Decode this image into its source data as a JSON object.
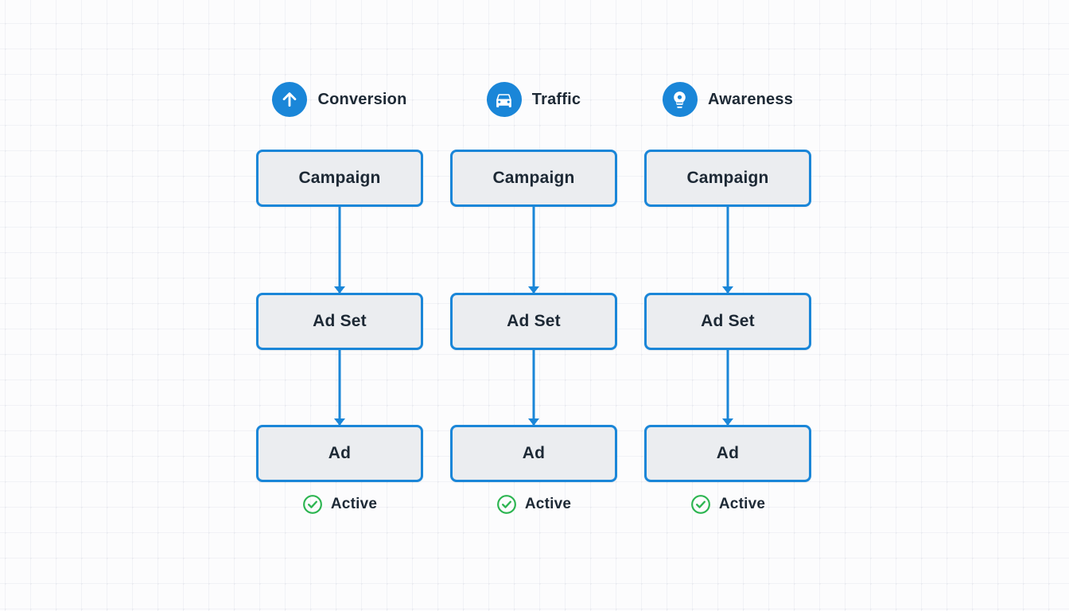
{
  "theme": {
    "background": "#fcfcfd",
    "grid_line_color": "#f1f2f6",
    "grid_dot_color": "#e7e9ef",
    "accent_blue": "#1a86d8",
    "node_fill": "#ebedf0",
    "node_border": "#1a86d8",
    "text_dark": "#1d2935",
    "status_green": "#2db551"
  },
  "columns": [
    {
      "id": "conversion",
      "header": {
        "label": "Conversion",
        "icon": "arrow-up-icon"
      },
      "levels": [
        {
          "label": "Campaign"
        },
        {
          "label": "Ad Set"
        },
        {
          "label": "Ad"
        }
      ],
      "status": {
        "label": "Active",
        "icon": "check-circle-icon"
      }
    },
    {
      "id": "traffic",
      "header": {
        "label": "Traffic",
        "icon": "car-icon"
      },
      "levels": [
        {
          "label": "Campaign"
        },
        {
          "label": "Ad Set"
        },
        {
          "label": "Ad"
        }
      ],
      "status": {
        "label": "Active",
        "icon": "check-circle-icon"
      }
    },
    {
      "id": "awareness",
      "header": {
        "label": "Awareness",
        "icon": "lightbulb-icon"
      },
      "levels": [
        {
          "label": "Campaign"
        },
        {
          "label": "Ad Set"
        },
        {
          "label": "Ad"
        }
      ],
      "status": {
        "label": "Active",
        "icon": "check-circle-icon"
      }
    }
  ]
}
